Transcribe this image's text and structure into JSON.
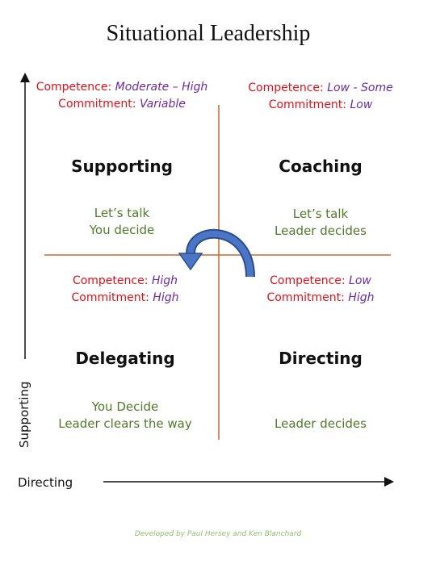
{
  "title": "Situational Leadership",
  "quadrants": {
    "top_left": {
      "competence_label": "Competence:",
      "competence_value": "Moderate – High",
      "commitment_label": "Commitment:",
      "commitment_value": "Variable",
      "style": "Supporting",
      "behaviour_1": "Let’s talk",
      "behaviour_2": "You decide"
    },
    "top_right": {
      "competence_label": "Competence:",
      "competence_value": "Low - Some",
      "commitment_label": "Commitment:",
      "commitment_value": "Low",
      "style": "Coaching",
      "behaviour_1": "Let’s talk",
      "behaviour_2": "Leader decides"
    },
    "bottom_left": {
      "competence_label": "Competence:",
      "competence_value": "High",
      "commitment_label": "Commitment:",
      "commitment_value": "High",
      "style": "Delegating",
      "behaviour_1": "You Decide",
      "behaviour_2": "Leader clears the way"
    },
    "bottom_right": {
      "competence_label": "Competence:",
      "competence_value": "Low",
      "commitment_label": "Commitment:",
      "commitment_value": "High",
      "style": "Directing",
      "behaviour_1": "Leader decides"
    }
  },
  "axes": {
    "y_label": "Supporting",
    "x_label": "Directing"
  },
  "credit": "Developed by Paul Hersey and Ken Blanchard",
  "colors": {
    "label_red": "#e0101a",
    "value_purple": "#6a2a9e",
    "behaviour_green": "#4f7a2a",
    "divider_orange": "#c8692e",
    "arrow_blue": "#3f67b0",
    "credit_green": "#8fc26a"
  }
}
